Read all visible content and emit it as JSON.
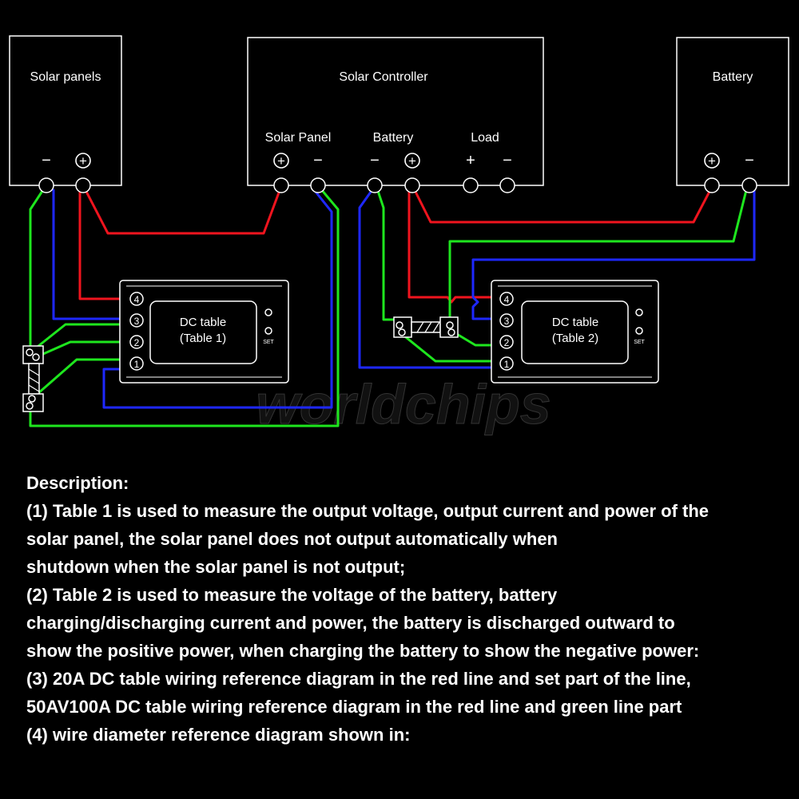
{
  "solar_panels": {
    "title": "Solar panels",
    "minus": "−",
    "plus": "+"
  },
  "controller": {
    "title": "Solar Controller",
    "solar_panel_label": "Solar Panel",
    "battery_label": "Battery",
    "load_label": "Load",
    "plus": "+",
    "minus": "−"
  },
  "battery": {
    "title": "Battery",
    "plus": "+",
    "minus": "−"
  },
  "table1": {
    "line1": "DC table",
    "line2": "(Table 1)",
    "set_label": "SET",
    "terminals": [
      "4",
      "3",
      "2",
      "1"
    ]
  },
  "table2": {
    "line1": "DC table",
    "line2": "(Table 2)",
    "set_label": "SET",
    "terminals": [
      "4",
      "3",
      "2",
      "1"
    ]
  },
  "watermark": "worldchips",
  "wire_colors": {
    "positive": "#f0141e",
    "negative": "#1e28ff",
    "sense": "#1ee61e"
  },
  "description": {
    "lines": [
      "Description:",
      "(1) Table 1 is used to measure the output voltage, output current and power of the",
      "solar panel, the solar panel does not output automatically when",
      "shutdown when the solar panel is not output;",
      "(2) Table 2 is used to measure the voltage of the battery, battery",
      "charging/discharging current and power, the battery is discharged outward to",
      "show the positive power, when charging the battery to show the negative power:",
      "(3) 20A DC table wiring reference diagram in the red line and set part of the line,",
      "50AV100A DC table wiring reference diagram in the red line and green line part",
      "(4) wire diameter reference diagram shown in:"
    ]
  }
}
